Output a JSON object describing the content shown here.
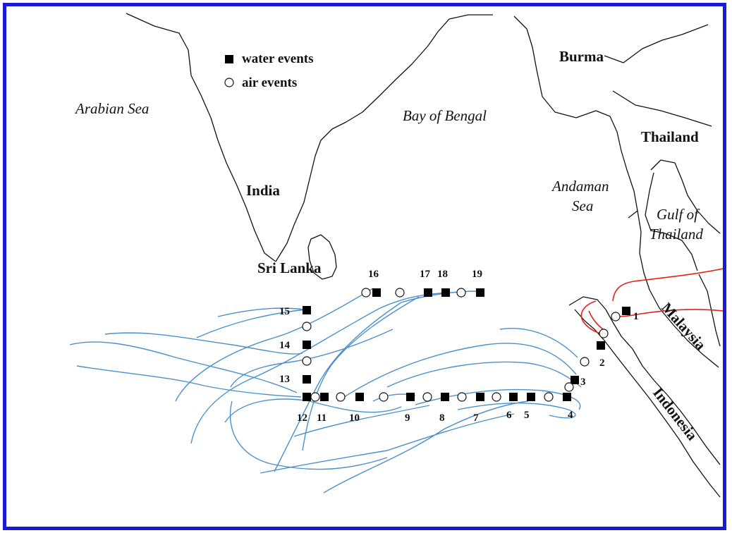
{
  "legend": {
    "water_label": "water events",
    "air_label": "air events"
  },
  "places": {
    "arabian_sea": "Arabian Sea",
    "bay_of_bengal": "Bay of Bengal",
    "andaman_sea_1": "Andaman",
    "andaman_sea_2": "Sea",
    "gulf_1": "Gulf of",
    "gulf_2": "Thailand",
    "india": "India",
    "sri_lanka": "Sri Lanka",
    "burma": "Burma",
    "thailand": "Thailand",
    "malaysia": "Malaysia",
    "indonesia": "Indonesia"
  },
  "stations": [
    "1",
    "2",
    "3",
    "4",
    "5",
    "6",
    "7",
    "8",
    "9",
    "10",
    "11",
    "12",
    "13",
    "14",
    "15",
    "16",
    "17",
    "18",
    "19"
  ],
  "colors": {
    "frame": "#1a1ad6",
    "trajectory_blue": "#4a90cc",
    "trajectory_red": "#e2231a",
    "water_marker": "#000000"
  },
  "icons": {
    "water_marker": "filled-square",
    "air_marker": "open-circle"
  }
}
